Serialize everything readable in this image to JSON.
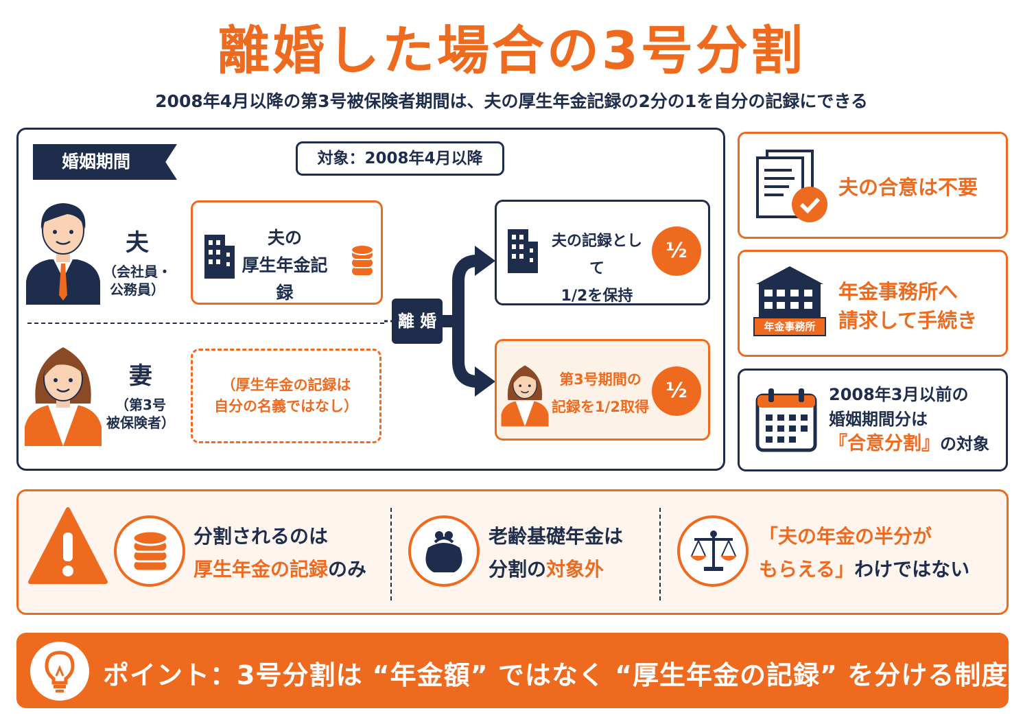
{
  "title": "離婚した場合の3号分割",
  "subtitle": "2008年4月以降の第3号被保険者期間は、夫の厚生年金記録の2分の1を自分の記録にできる",
  "main": {
    "ribbon": "婚姻期間",
    "target": "対象：2008年4月以降",
    "husband": {
      "name": "夫",
      "role_line1": "（会社員・",
      "role_line2": "公務員）"
    },
    "wife": {
      "name": "妻",
      "role_line1": "（第3号",
      "role_line2": "被保険者）"
    },
    "husband_record": {
      "line1": "夫の",
      "line2": "厚生年金記録"
    },
    "wife_record": {
      "line1": "（厚生年金の記録は",
      "line2": "自分の名義ではなし）"
    },
    "divorce": "離 婚",
    "result_husband": {
      "line1": "夫の記録として",
      "line2": "1/2を保持",
      "badge": "½"
    },
    "result_wife": {
      "line1": "第3号期間の",
      "line2": "記録を1/2取得",
      "badge": "½"
    }
  },
  "right_panels": {
    "consent": "夫の合意は不要",
    "office_line1": "年金事務所へ",
    "office_line2": "請求して手続き",
    "office_sign": "年金事務所",
    "before_line1": "2008年3月以前の",
    "before_line2": "婚姻期間分は",
    "before_line3_em": "『合意分割』",
    "before_line3_rest": "の対象"
  },
  "notes": {
    "n1_line1": "分割されるのは",
    "n1_line2_em": "厚生年金の記録",
    "n1_line2_rest": "のみ",
    "n2_line1": "老齢基礎年金は",
    "n2_line2_pre": "分割の",
    "n2_line2_em": "対象外",
    "n3_line1_em": "「夫の年金の半分が",
    "n3_line2_em": "もらえる」",
    "n3_line2_rest": "わけではない"
  },
  "point": "ポイント：3号分割は “年金額” ではなく “厚生年金の記録” を分ける制度",
  "colors": {
    "accent": "#ee6a1e",
    "navy": "#1f2d4d",
    "cream": "#fdf5ee"
  },
  "icons": [
    "warning-icon",
    "coins-icon",
    "purse-icon",
    "scale-icon",
    "bulb-icon",
    "document-check-icon",
    "office-building-icon",
    "calendar-icon",
    "building-icon"
  ]
}
